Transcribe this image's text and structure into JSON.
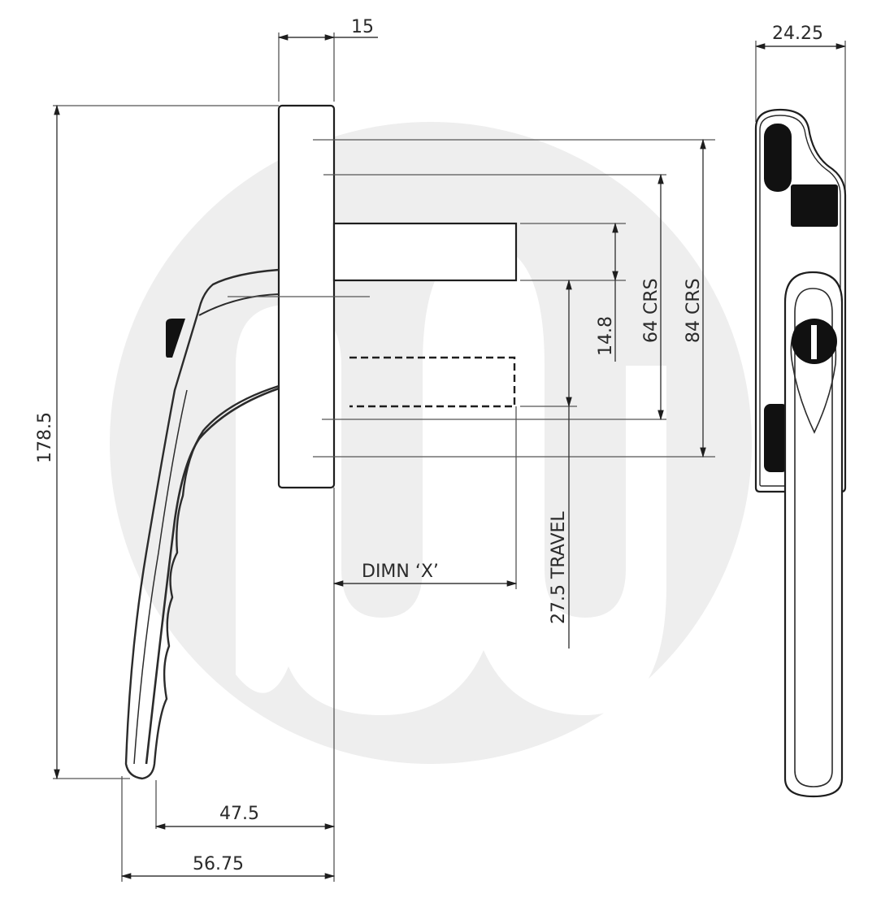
{
  "drawing": {
    "subject": "Window handle dimension drawing",
    "watermark": {
      "color": "#eeeeee",
      "shape": "circular-logo"
    },
    "dimensions": {
      "backplate_depth": "15",
      "side_width": "24.25",
      "overall_height": "178.5",
      "spindle_14_8": "14.8",
      "crs_64": "64 CRS",
      "crs_84": "84 CRS",
      "dimn_x": "DIMN ‘X’",
      "travel": "27.5 TRAVEL",
      "projection_47_5": "47.5",
      "projection_56_75": "56.75"
    },
    "colors": {
      "line": "#2b2b2b",
      "fill_black": "#111111",
      "background": "#ffffff"
    }
  }
}
